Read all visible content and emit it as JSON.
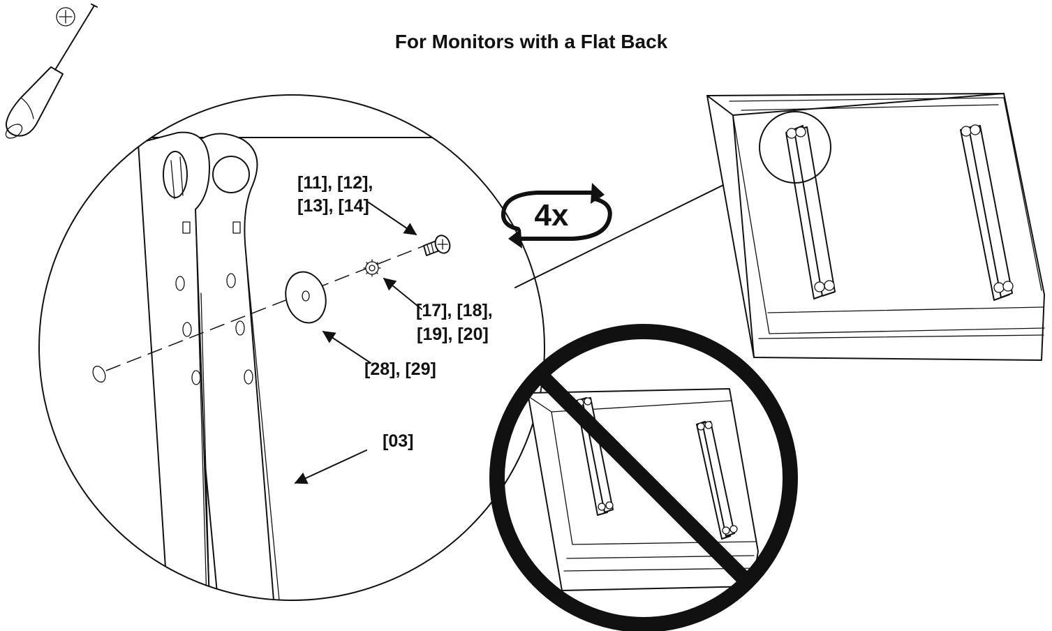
{
  "title": "For Monitors with a Flat Back",
  "multiplier": "4x",
  "labels": {
    "screws": [
      "[11], [12],",
      "[13], [14]"
    ],
    "lock_washers": [
      "[17], [18],",
      "[19], [20]"
    ],
    "washers": "[28], [29]",
    "bracket": "[03]"
  },
  "icons": {
    "tool": "phillips-screwdriver-icon",
    "repeat": "repeat-arrows-icon",
    "prohibited": "prohibition-sign-icon"
  },
  "colors": {
    "ink": "#111111",
    "paper": "#ffffff"
  }
}
